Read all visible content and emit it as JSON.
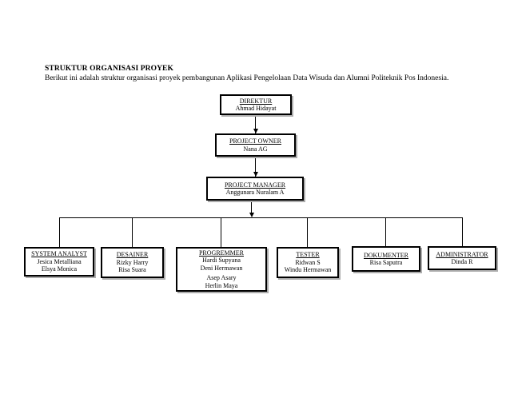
{
  "page": {
    "title": "STRUKTUR ORGANISASI PROYEK",
    "subtitle": "Berikut ini adalah struktur organisasi proyek pembangunan Aplikasi Pengelolaan Data Wisuda dan Alumni Politeknik Pos Indonesia."
  },
  "colors": {
    "background": "#ffffff",
    "box_border": "#000000",
    "box_shadow": "#adadad",
    "connector": "#000000",
    "text": "#000000"
  },
  "org": {
    "hierarchy": "DIREKTUR > PROJECT OWNER > PROJECT MANAGER > [SYSTEM ANALYST, DESAINER, PROGREMMER, TESTER, DOKUMENTER, ADMINISTRATOR]",
    "nodes": [
      {
        "role": "DIREKTUR",
        "members": [
          "Ahmad Hidayat"
        ]
      },
      {
        "role": "PROJECT OWNER",
        "members": [
          "Nana AG"
        ]
      },
      {
        "role": "PROJECT MANAGER",
        "members": [
          "Anggunara Nuralam A"
        ]
      },
      {
        "role": "SYSTEM ANALYST",
        "members": [
          "Jesica Metalliana",
          "Elsya Monica"
        ]
      },
      {
        "role": "DESAINER",
        "members": [
          "Rizky Harry",
          "Risa Suara"
        ]
      },
      {
        "role": "PROGREMMER",
        "members": [
          "Hardi Supyana",
          "Deni Hermawan",
          "Asep Asary",
          "Herlin Maya"
        ]
      },
      {
        "role": "TESTER",
        "members": [
          "Ridwan S",
          "Windu Hermawan"
        ]
      },
      {
        "role": "DOKUMENTER",
        "members": [
          "Risa Saputra"
        ]
      },
      {
        "role": "ADMINISTRATOR",
        "members": [
          "Dinda R"
        ]
      }
    ]
  }
}
